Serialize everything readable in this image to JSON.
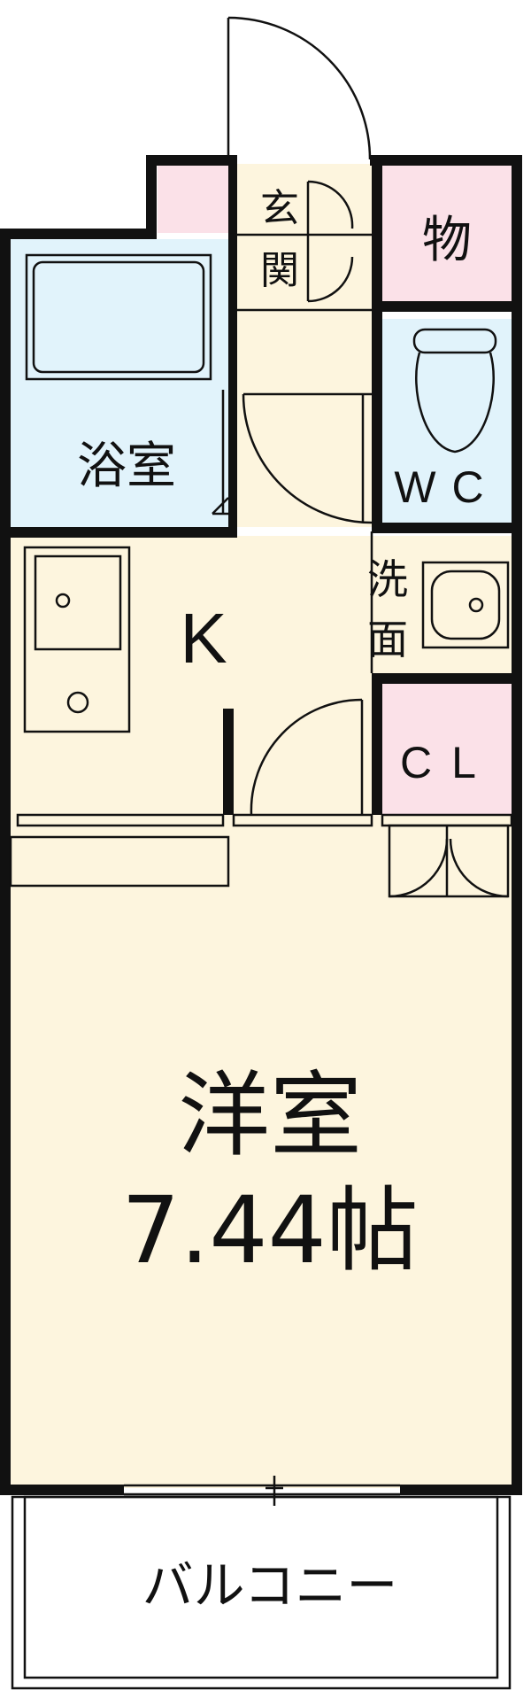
{
  "colors": {
    "wall": "#111111",
    "bath": "#e1f3fb",
    "toilet": "#e1f3fb",
    "storage": "#fbe1e8",
    "living": "#fdf5de",
    "outside": "#ffffff"
  },
  "rooms": {
    "bathroom": {
      "label": "浴室"
    },
    "toilet": {
      "label": "WC"
    },
    "storage": {
      "label": "物"
    },
    "entrance": {
      "label_line1": "玄",
      "label_line2": "関"
    },
    "washroom": {
      "label_line1": "洗",
      "label_line2": "面"
    },
    "kitchen": {
      "label": "K"
    },
    "closet": {
      "label": "CL"
    },
    "western_room": {
      "label": "洋室",
      "size_label": "7.44帖"
    },
    "balcony": {
      "label": "バルコニー"
    }
  }
}
